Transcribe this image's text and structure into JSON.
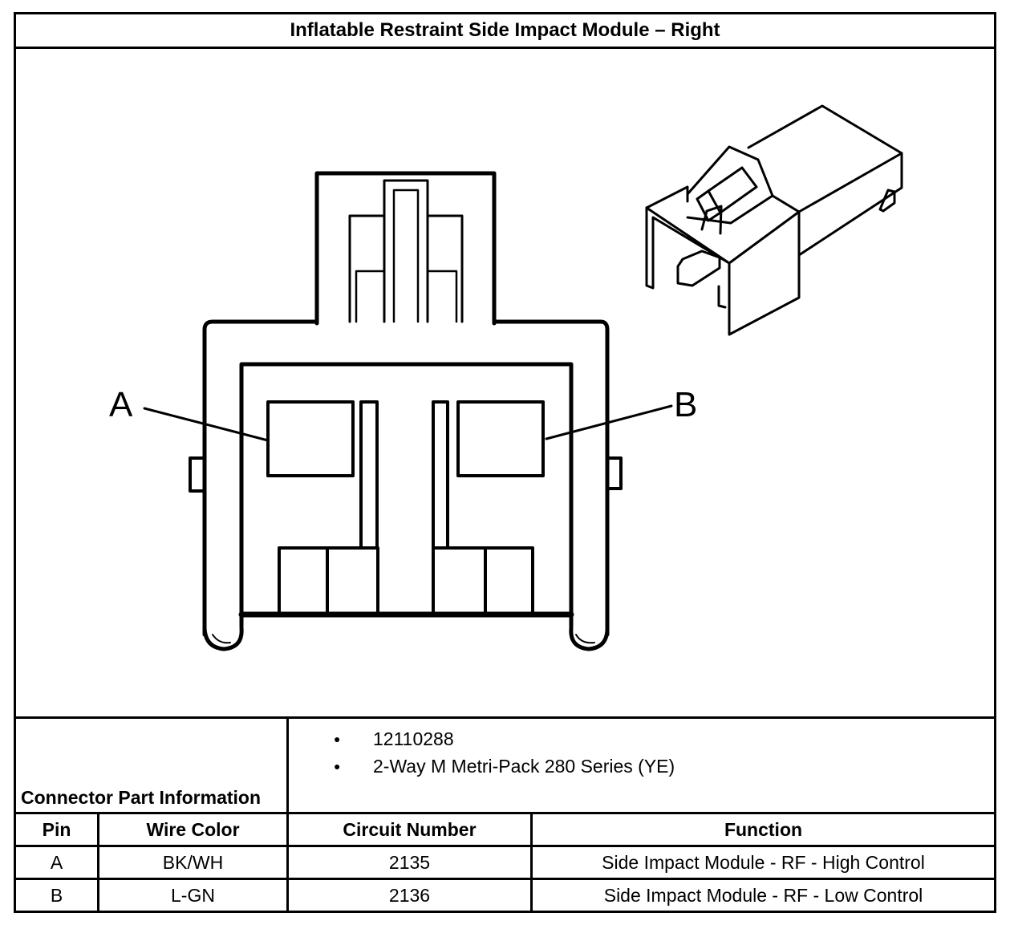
{
  "title": "Inflatable Restraint Side Impact Module – Right",
  "diagram": {
    "pin_labels": [
      "A",
      "B"
    ]
  },
  "connector_info": {
    "label": "Connector Part Information",
    "items": [
      "12110288",
      "2-Way M Metri-Pack 280 Series (YE)"
    ]
  },
  "pin_table": {
    "headers": [
      "Pin",
      "Wire Color",
      "Circuit Number",
      "Function"
    ],
    "rows": [
      [
        "A",
        "BK/WH",
        "2135",
        "Side Impact Module - RF - High Control"
      ],
      [
        "B",
        "L-GN",
        "2136",
        "Side Impact Module - RF - Low Control"
      ]
    ]
  }
}
